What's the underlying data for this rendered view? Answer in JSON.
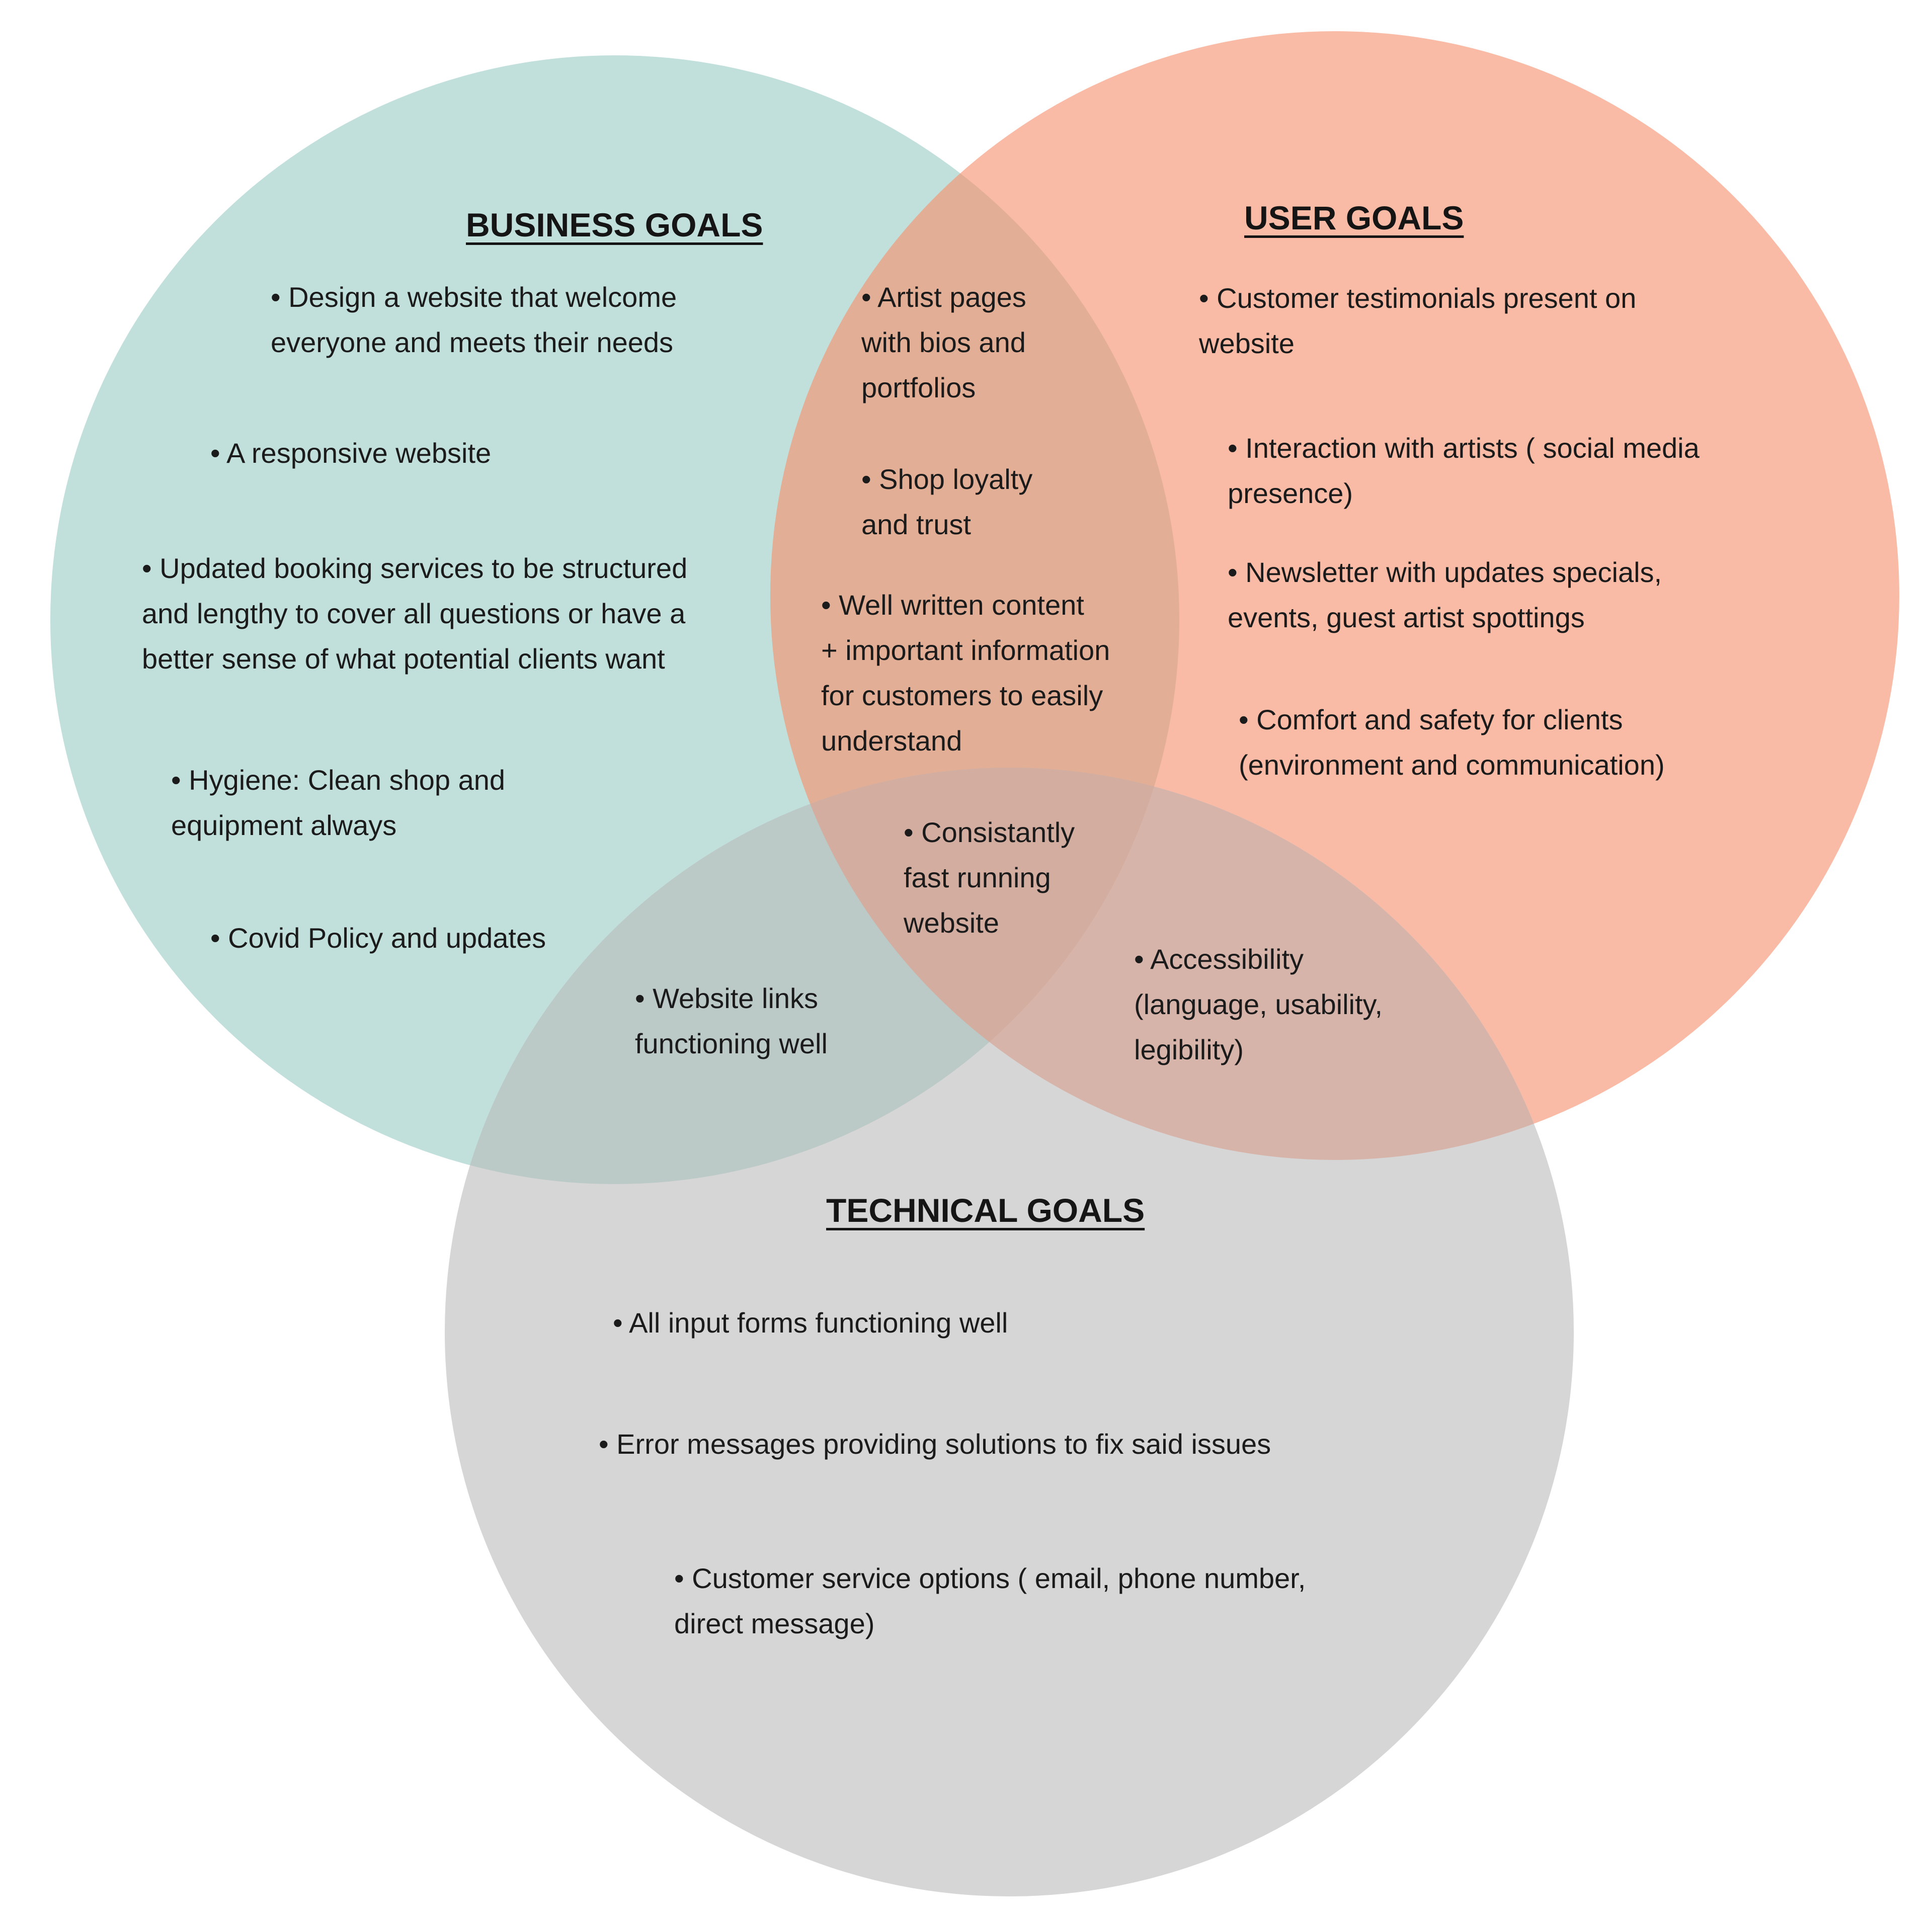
{
  "colors": {
    "business_circle": "#c1dfdb",
    "user_circle": "#f9bba6",
    "technical_circle": "#d6d6d6",
    "business_user_overlap": "#e2ae95",
    "business_technical_overlap": "#bbc9c7",
    "user_technical_overlap": "#d7b4aa",
    "center_overlap": "#d3ada0",
    "text": "#1b1b1b"
  },
  "business": {
    "title": "BUSINESS GOALS",
    "items": [
      "• Design a website that welcome\neveryone and meets their needs",
      "• A responsive website",
      "• Updated booking services to be structured\nand lengthy to cover all questions or have a\nbetter sense of what potential clients want",
      "• Hygiene: Clean shop and\nequipment always",
      "• Covid Policy and updates"
    ]
  },
  "user": {
    "title": "USER GOALS",
    "items": [
      "• Customer testimonials present on\nwebsite",
      "• Interaction with artists ( social media\npresence)",
      "• Newsletter with updates specials,\nevents, guest artist spottings",
      "• Comfort and safety for clients\n(environment and communication)"
    ]
  },
  "technical": {
    "title": "TECHNICAL GOALS",
    "items": [
      "• All input forms functioning well",
      "• Error messages providing solutions to fix said issues",
      "• Customer service options ( email, phone number,\ndirect message)"
    ]
  },
  "business_user": {
    "items": [
      "• Artist pages\nwith bios and\nportfolios",
      "• Shop loyalty\nand trust",
      "• Well written content\n+ important information\nfor customers to easily\nunderstand"
    ]
  },
  "business_technical": {
    "items": [
      "• Website links\nfunctioning well"
    ]
  },
  "user_technical": {
    "items": [
      "• Accessibility\n(language, usability,\n legibility)"
    ]
  },
  "center": {
    "items": [
      "• Consistantly\nfast running\nwebsite"
    ]
  }
}
